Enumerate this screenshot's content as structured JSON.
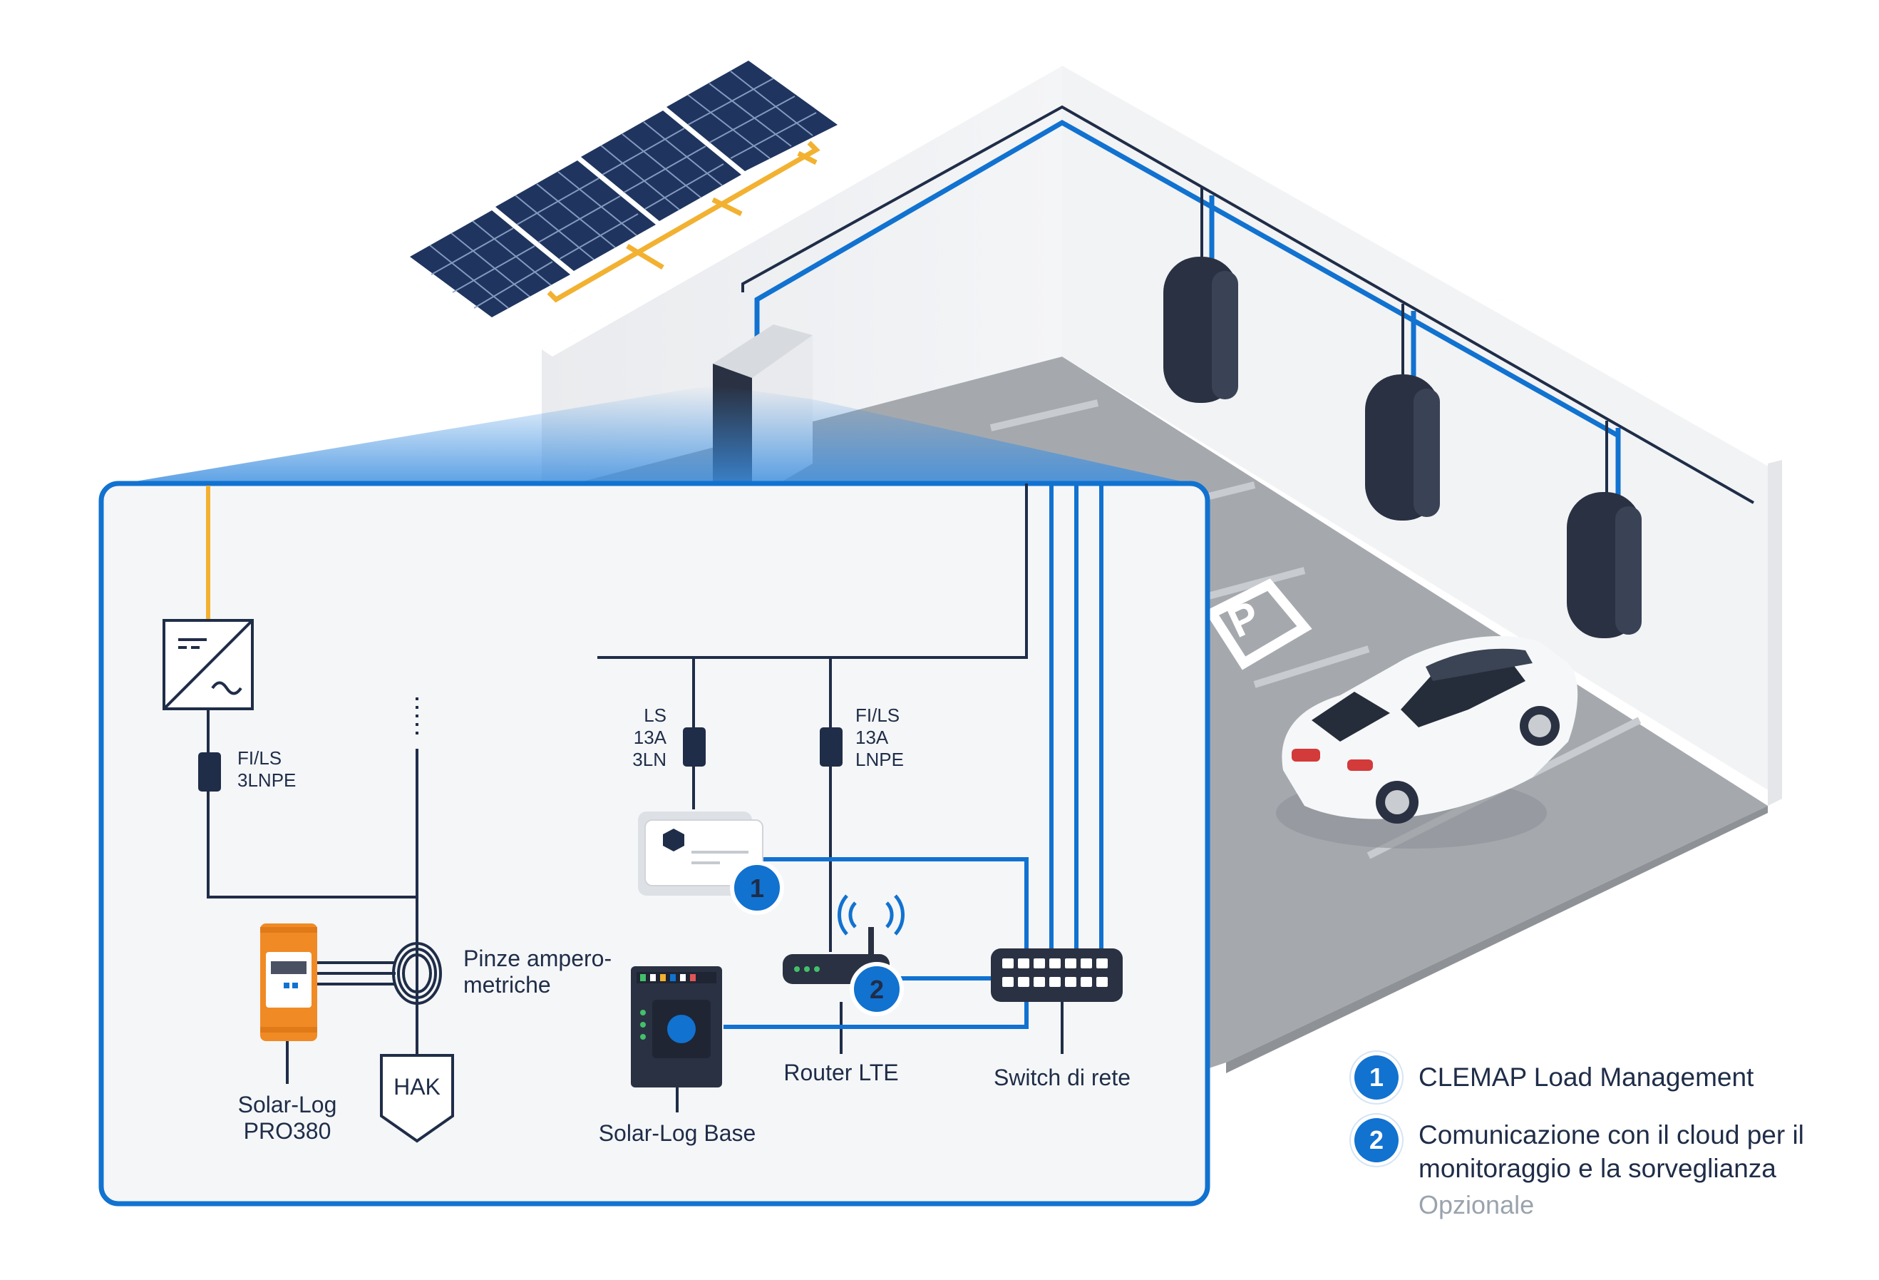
{
  "labels": {
    "fi_ls_3lnpe_line1": "FI/LS",
    "fi_ls_3lnpe_line2": "3LNPE",
    "ls_line1": "LS",
    "ls_line2": "13A",
    "ls_line3": "3LN",
    "fi_ls_lnpe_line1": "FI/LS",
    "fi_ls_lnpe_line2": "13A",
    "fi_ls_lnpe_line3": "LNPE",
    "pinze_line1": "Pinze ampero-",
    "pinze_line2": "metriche",
    "hak": "HAK",
    "solarlog_pro_line1": "Solar-Log",
    "solarlog_pro_line2": "PRO380",
    "solarlog_base": "Solar-Log Base",
    "router": "Router LTE",
    "switch": "Switch di rete"
  },
  "badges": {
    "one": "1",
    "two": "2"
  },
  "legend": {
    "item1_number": "1",
    "item1_text": "CLEMAP Load Management",
    "item2_number": "2",
    "item2_text_line1": "Comunicazione con il cloud per il",
    "item2_text_line2": "monitoraggio e la sorveglianza",
    "item2_sub": "Opzionale"
  },
  "colors": {
    "accent_blue": "#1172d0",
    "navy": "#1f2d48",
    "solar_cable": "#f2b130",
    "meter_orange": "#f08a24",
    "panel_bg": "#f5f6f8"
  }
}
